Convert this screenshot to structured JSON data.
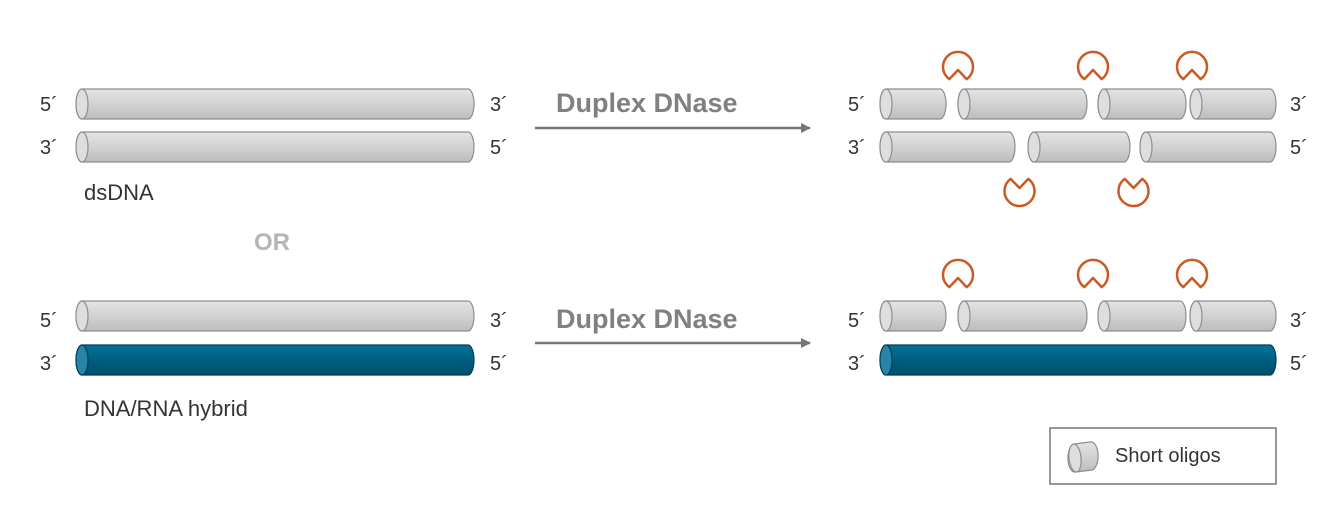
{
  "top_panel": {
    "strand_top": {
      "left_end": "5´",
      "right_end": "3´"
    },
    "strand_bottom": {
      "left_end": "3´",
      "right_end": "5´"
    },
    "caption": "dsDNA",
    "enzyme": "Duplex DNase",
    "product_top": {
      "left_end": "5´",
      "right_end": "3´"
    },
    "product_bottom": {
      "left_end": "3´",
      "right_end": "5´"
    }
  },
  "separator": "OR",
  "bottom_panel": {
    "strand_top": {
      "left_end": "5´",
      "right_end": "3´"
    },
    "strand_bottom": {
      "left_end": "3´",
      "right_end": "5´"
    },
    "caption": "DNA/RNA hybrid",
    "enzyme": "Duplex DNase",
    "product_top": {
      "left_end": "5´",
      "right_end": "3´"
    },
    "product_bottom": {
      "left_end": "3´",
      "right_end": "5´"
    }
  },
  "legend": {
    "label": "Short oligos"
  },
  "colors": {
    "dna_fill": "#cfcfd0",
    "dna_stroke": "#8e8e8e",
    "rna_fill": "#015e80",
    "rna_stroke": "#013f58",
    "enzyme_color": "#cb5a22",
    "arrow_color": "#777777"
  }
}
